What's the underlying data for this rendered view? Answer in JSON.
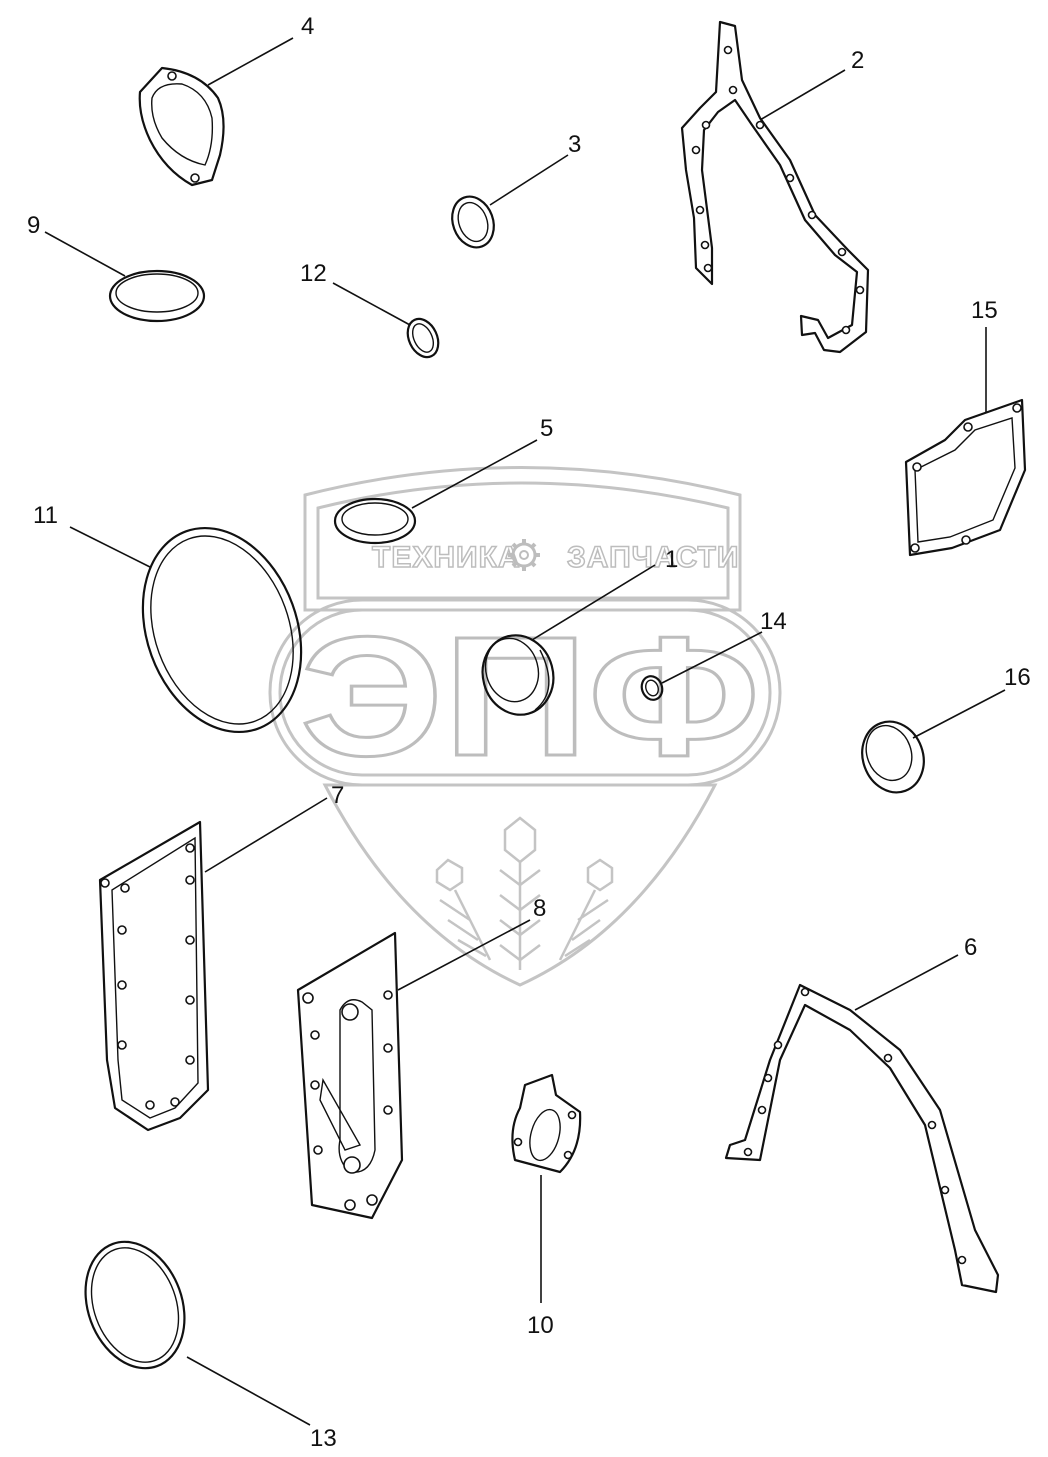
{
  "watermark": {
    "top_left": "ТЕХНИКА",
    "top_right": "ЗАПЧАСТИ",
    "big_text": "ЭПФ",
    "gear_icon": "gear-icon",
    "color": "#c4c4c4"
  },
  "callouts": [
    {
      "id": "1",
      "text": "1"
    },
    {
      "id": "2",
      "text": "2"
    },
    {
      "id": "3",
      "text": "3"
    },
    {
      "id": "4",
      "text": "4"
    },
    {
      "id": "5",
      "text": "5"
    },
    {
      "id": "6",
      "text": "6"
    },
    {
      "id": "7",
      "text": "7"
    },
    {
      "id": "8",
      "text": "8"
    },
    {
      "id": "9",
      "text": "9"
    },
    {
      "id": "10",
      "text": "10"
    },
    {
      "id": "11",
      "text": "11"
    },
    {
      "id": "12",
      "text": "12"
    },
    {
      "id": "13",
      "text": "13"
    },
    {
      "id": "14",
      "text": "14"
    },
    {
      "id": "15",
      "text": "15"
    },
    {
      "id": "16",
      "text": "16"
    }
  ]
}
